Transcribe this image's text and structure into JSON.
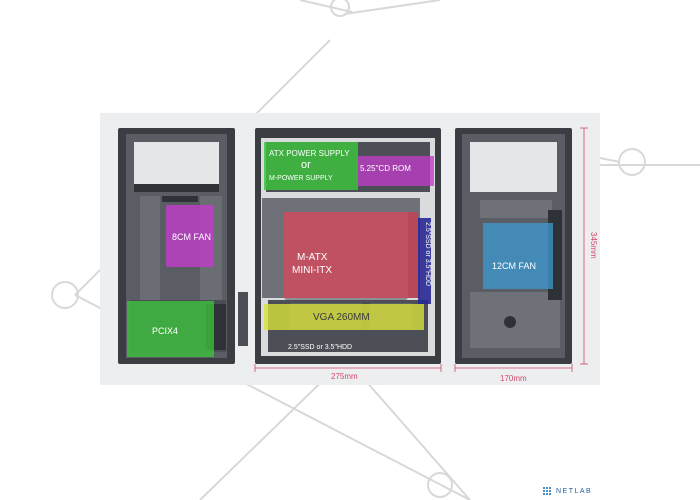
{
  "labels": {
    "fan_8cm": "8CM FAN",
    "pci": "PCIX4",
    "psu_line1": "ATX POWER SUPPLY",
    "psu_or": "or",
    "psu_line2": "M-POWER SUPPLY",
    "rom": "5.25\"CD ROM",
    "mb_line1": "M-ATX",
    "mb_line2": "MINI-ITX",
    "side_drive": "2.5\"SSD or 3.5\"HDD",
    "vga": "VGA 260MM",
    "bottom_drive": "2.5\"SSD or 3.5\"HDD",
    "fan_12cm": "12CM FAN"
  },
  "dimensions": {
    "width": "275mm",
    "depth": "170mm",
    "height": "345mm"
  },
  "watermark": {
    "brand": "NETLAB"
  },
  "colors": {
    "green": "#3cc43c",
    "magenta": "#c03cc8",
    "red": "#d23c50",
    "yellow": "#d7e13c",
    "navy": "#282896",
    "blue": "#3c9bd2",
    "dimension": "#d04a6a"
  }
}
